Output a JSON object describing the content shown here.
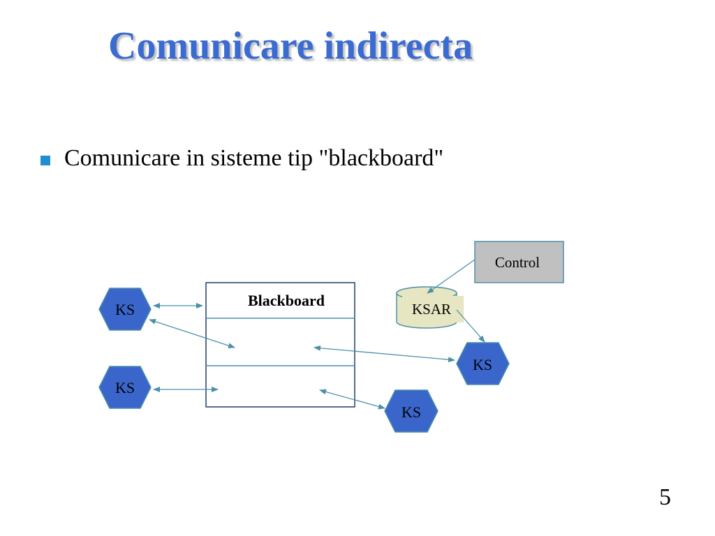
{
  "slide": {
    "title": "Comunicare indirecta",
    "bullet": "Comunicare in sisteme tip \"blackboard\"",
    "page_number": "5"
  },
  "diagram": {
    "blackboard_label": "Blackboard",
    "control_label": "Control",
    "ksar_label": "KSAR",
    "ks_nodes": [
      {
        "label": "KS"
      },
      {
        "label": "KS"
      },
      {
        "label": "KS"
      },
      {
        "label": "KS"
      }
    ]
  },
  "colors": {
    "title": "#3a6bd0",
    "bullet": "#1f8ed2",
    "ks_fill": "#3a66cc",
    "control_fill": "#c0c0c0",
    "ksar_fill": "#e6e6c2",
    "connector": "#4a90a8"
  }
}
